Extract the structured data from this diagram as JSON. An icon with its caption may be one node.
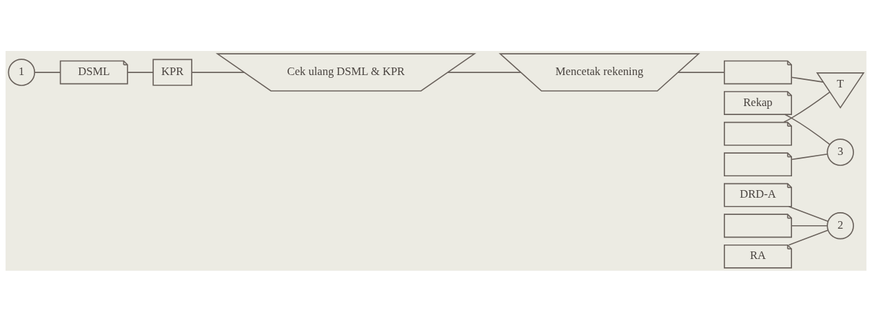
{
  "diagram": {
    "nodes": [
      {
        "text": [
          "1"
        ]
      },
      {
        "text": [
          "DSML"
        ]
      },
      {
        "text": [
          "KPR"
        ]
      },
      {
        "text": [
          "Cek ulang DSML & KPR"
        ]
      },
      {
        "text": [
          "Mencetak rekening"
        ]
      },
      {
        "text": [],
        "shape": "document"
      },
      {
        "text": [
          "Rekap"
        ]
      },
      {
        "text": [],
        "shape": "document"
      },
      {
        "text": [],
        "shape": "document"
      },
      {
        "text": [
          "DRD-A"
        ]
      },
      {
        "text": [],
        "shape": "document"
      },
      {
        "text": [
          "RA"
        ]
      },
      {
        "text": [
          "2"
        ]
      },
      {
        "text": [
          "3"
        ]
      },
      {
        "text": [
          "T"
        ]
      }
    ],
    "edges": [
      {
        "from": 0,
        "to": 1,
        "arrow": "none"
      },
      {
        "from": 1,
        "to": 2,
        "arrow": "none"
      },
      {
        "from": 2,
        "to": 3,
        "arrow": "none"
      },
      {
        "from": 3,
        "to": 4,
        "arrow": "none"
      },
      {
        "from": 4,
        "to": 5,
        "arrow": "none"
      },
      {
        "from": 5,
        "to": 14,
        "arrow": "none"
      },
      {
        "from": 6,
        "to": 13,
        "arrow": "none"
      },
      {
        "from": 7,
        "to": 14,
        "arrow": "none"
      },
      {
        "from": 8,
        "to": 13,
        "arrow": "none"
      },
      {
        "from": 9,
        "to": 12,
        "arrow": "none"
      },
      {
        "from": 10,
        "to": 12,
        "arrow": "none"
      },
      {
        "from": 11,
        "to": 12,
        "arrow": "none"
      }
    ]
  }
}
